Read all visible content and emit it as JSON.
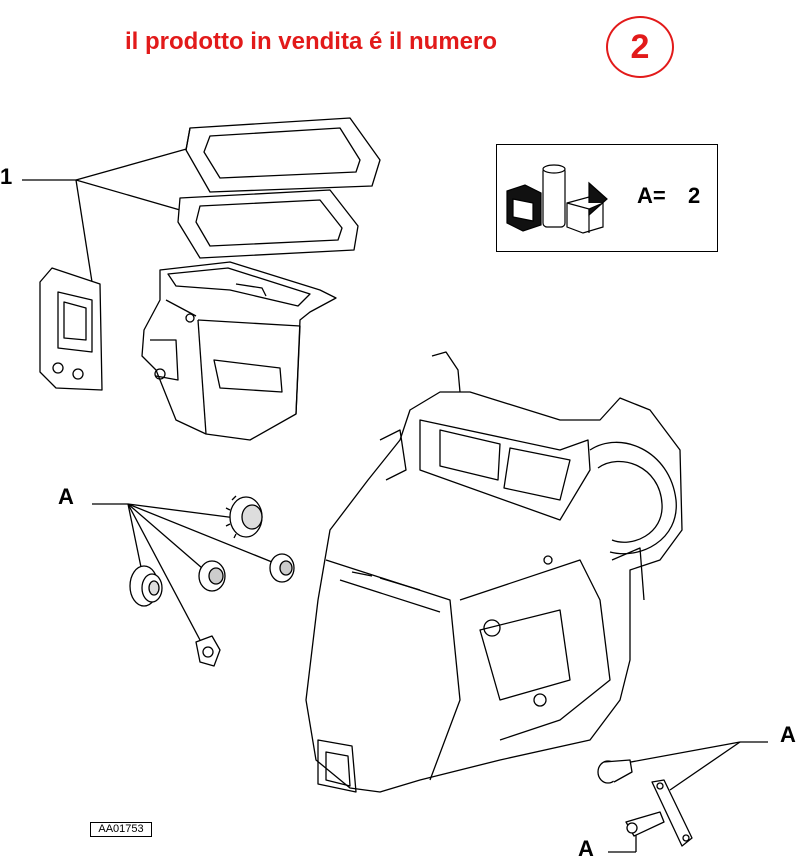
{
  "banner": {
    "text": "il prodotto in vendita é il numero",
    "number": "2",
    "color": "#e21a1a"
  },
  "callouts": {
    "one": "1",
    "a_left": "A",
    "a_right": "A",
    "a_bottom": "A"
  },
  "quantity_box": {
    "label": "A=",
    "value": "2",
    "icon": "fiat-parts-kit-icon"
  },
  "drawing_ref": "AA01753",
  "icons": [
    "gasket-icon",
    "air-duct-housing-icon",
    "heater-box-housing-icon",
    "gear-icon",
    "lever-icon"
  ]
}
